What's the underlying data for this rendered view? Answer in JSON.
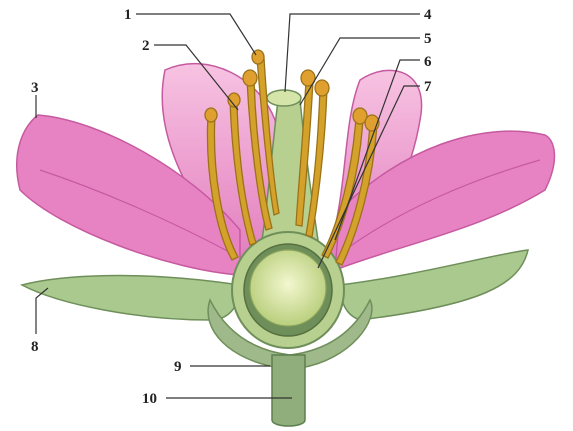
{
  "labels": [
    {
      "id": "1",
      "text": "1"
    },
    {
      "id": "2",
      "text": "2"
    },
    {
      "id": "3",
      "text": "3"
    },
    {
      "id": "4",
      "text": "4"
    },
    {
      "id": "5",
      "text": "5"
    },
    {
      "id": "6",
      "text": "6"
    },
    {
      "id": "7",
      "text": "7"
    },
    {
      "id": "8",
      "text": "8"
    },
    {
      "id": "9",
      "text": "9"
    },
    {
      "id": "10",
      "text": "10"
    }
  ],
  "colors": {
    "petal": "#e87bbf",
    "petal_light": "#f6b6dc",
    "petal_edge": "#c65aa0",
    "sepal": "#a9c98f",
    "sepal_edge": "#6f8f5a",
    "receptacle": "#9fb98a",
    "pistil": "#b7cf8f",
    "ovary_inner": "#d8e6a8",
    "stamen": "#d4a22a",
    "anther": "#e0a030",
    "stem": "#8fae7c"
  }
}
